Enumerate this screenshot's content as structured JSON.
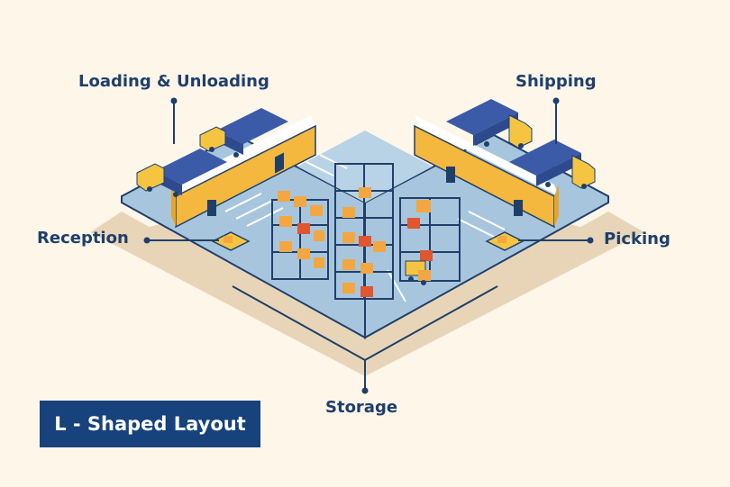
{
  "labels": {
    "loading_unloading": "Loading & Unloading",
    "shipping": "Shipping",
    "reception": "Reception",
    "picking": "Picking",
    "storage": "Storage"
  },
  "title": "L - Shaped Layout",
  "colors": {
    "background": "#fdf6e9",
    "shadow": "#e8d5b8",
    "floor": "#a7c6de",
    "navy": "#1f3f6b",
    "title_box": "#17427c",
    "building": "#f3b83d",
    "box": "#f4a640",
    "box_red": "#e0562e",
    "truck_cab": "#f5c542",
    "truck_trailer": "#3b5ba8"
  }
}
